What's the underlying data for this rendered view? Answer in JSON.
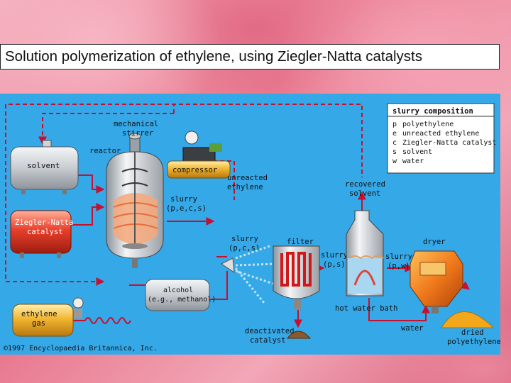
{
  "title": "Solution polymerization of ethylene, using Ziegler-Natta catalysts",
  "labels": {
    "solvent": "solvent",
    "ziegler": [
      "Ziegler-Natta",
      "catalyst"
    ],
    "ethylene": [
      "ethylene",
      "gas"
    ],
    "reactor": "reactor",
    "stirrer": [
      "mechanical",
      "stirrer"
    ],
    "compressor": "compressor",
    "unreacted": [
      "unreacted",
      "ethylene"
    ],
    "slurry1": [
      "slurry",
      "(p,e,c,s)"
    ],
    "slurry2": [
      "slurry",
      "(p,c,s)"
    ],
    "filter": "filter",
    "slurry3": [
      "slurry",
      "(p,s)"
    ],
    "slurry4": [
      "slurry",
      "(p,w)"
    ],
    "dryer": "dryer",
    "recovered": [
      "recovered",
      "solvent"
    ],
    "alcohol": [
      "alcohol",
      "(e.g., methanol)"
    ],
    "hotwater": "hot water bath",
    "water": "water",
    "deactivated": [
      "deactivated",
      "catalyst"
    ],
    "dried": [
      "dried",
      "polyethylene"
    ],
    "copyright": "©1997 Encyclopaedia Britannica, Inc."
  },
  "legend": {
    "title": "slurry composition",
    "items": [
      {
        "key": "p",
        "label": "polyethylene"
      },
      {
        "key": "e",
        "label": "unreacted ethylene"
      },
      {
        "key": "c",
        "label": "Ziegler-Natta catalyst"
      },
      {
        "key": "s",
        "label": "solvent"
      },
      {
        "key": "w",
        "label": "water"
      }
    ]
  },
  "colors": {
    "background": "#35a8e8",
    "pipe": "#c8102e",
    "tank_red": "#e8402a",
    "tank_yellow": "#f2b632",
    "tank_gray": "#c9cdd2"
  }
}
